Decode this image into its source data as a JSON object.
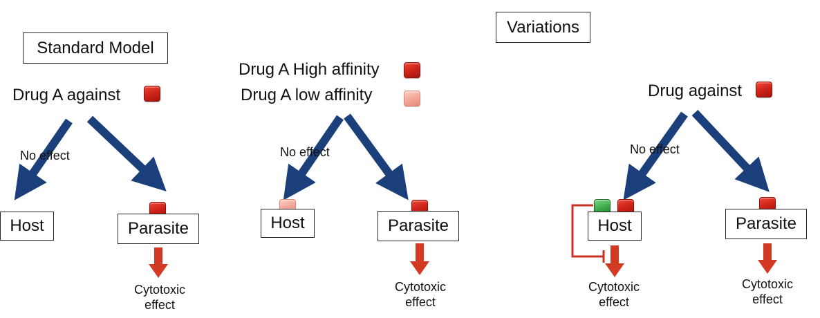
{
  "header": {
    "variations_title": "Variations"
  },
  "panels": {
    "standard": {
      "title": "Standard Model",
      "drug_label": "Drug A against",
      "no_effect": "No effect",
      "host": "Host",
      "parasite": "Parasite",
      "effect_line1": "Cytotoxic",
      "effect_line2": "effect"
    },
    "affinity": {
      "high_label": "Drug A High affinity",
      "low_label": "Drug A low affinity",
      "no_effect": "No effect",
      "host": "Host",
      "parasite": "Parasite",
      "effect_line1": "Cytotoxic",
      "effect_line2": "effect"
    },
    "host_inhibitor": {
      "drug_label": "Drug against",
      "no_effect": "No effect",
      "host": "Host",
      "parasite": "Parasite",
      "host_effect_line1": "Cytotoxic",
      "host_effect_line2": "effect",
      "parasite_effect_line1": "Cytotoxic",
      "parasite_effect_line2": "effect"
    }
  },
  "colors": {
    "blue_arrow": "#1a3f7a",
    "red_arrow": "#d23a23",
    "target_dark_red": "#d2261b",
    "target_light_red": "#f3a899",
    "protector_green": "#3fae4c"
  }
}
